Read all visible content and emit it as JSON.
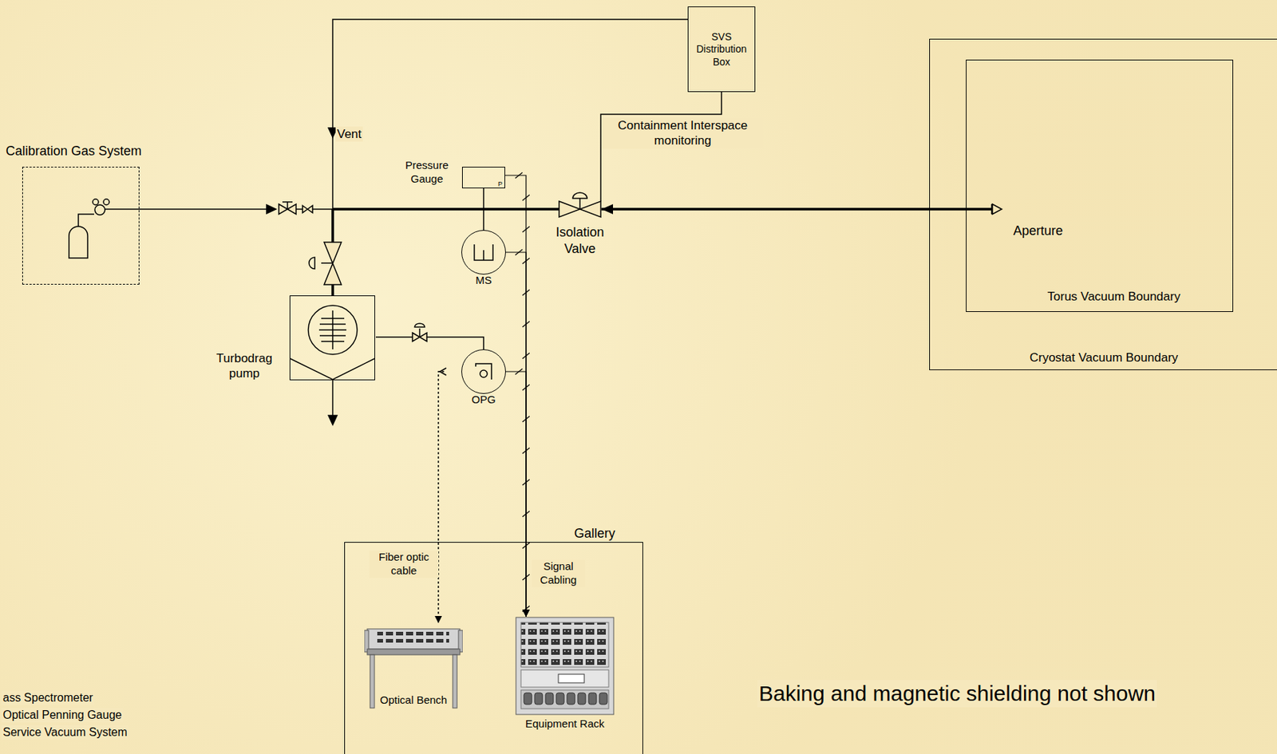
{
  "diagram": {
    "nodes": [
      {
        "text": [
          "SVS Distribution Box"
        ]
      },
      {
        "text": [
          "Calibration Gas System"
        ]
      },
      {
        "text": [
          "Pressure Gauge",
          "P"
        ]
      },
      {
        "text": [
          "Isolation Valve"
        ]
      },
      {
        "text": [
          "Cryostat Vacuum Boundary"
        ]
      },
      {
        "text": [
          "Torus Vacuum Boundary"
        ],
        "in": 4
      },
      {
        "text": [
          "Aperture"
        ],
        "in": 5
      },
      {
        "text": [
          "MS"
        ]
      },
      {
        "text": [
          "Turbodrag pump"
        ]
      },
      {
        "text": [
          "OPG"
        ]
      },
      {
        "text": [
          "Gallery"
        ]
      },
      {
        "text": [
          "Optical Bench"
        ],
        "in": 10
      },
      {
        "text": [
          "Equipment Rack"
        ],
        "in": 10
      }
    ],
    "edges": [
      {
        "from": 0,
        "to": 3,
        "arrow": "none"
      },
      {
        "from": 6,
        "to": 3,
        "arrow": "to"
      },
      {
        "from": 8,
        "to": 9,
        "arrow": "none"
      },
      {
        "from": 9,
        "to": 11,
        "arrow": "to"
      },
      {
        "from": 2,
        "to": 12,
        "arrow": "to"
      },
      {
        "from": 7,
        "to": 12,
        "arrow": "to"
      },
      {
        "from": 9,
        "to": 12,
        "arrow": "to"
      }
    ],
    "labels": [
      "Vent",
      "Containment Interspace monitoring",
      "Fiber optic cable",
      "Signal Cabling",
      "Baking and magnetic shielding not shown",
      "ass Spectrometer",
      "Optical Penning Gauge",
      "Service Vacuum System"
    ]
  }
}
